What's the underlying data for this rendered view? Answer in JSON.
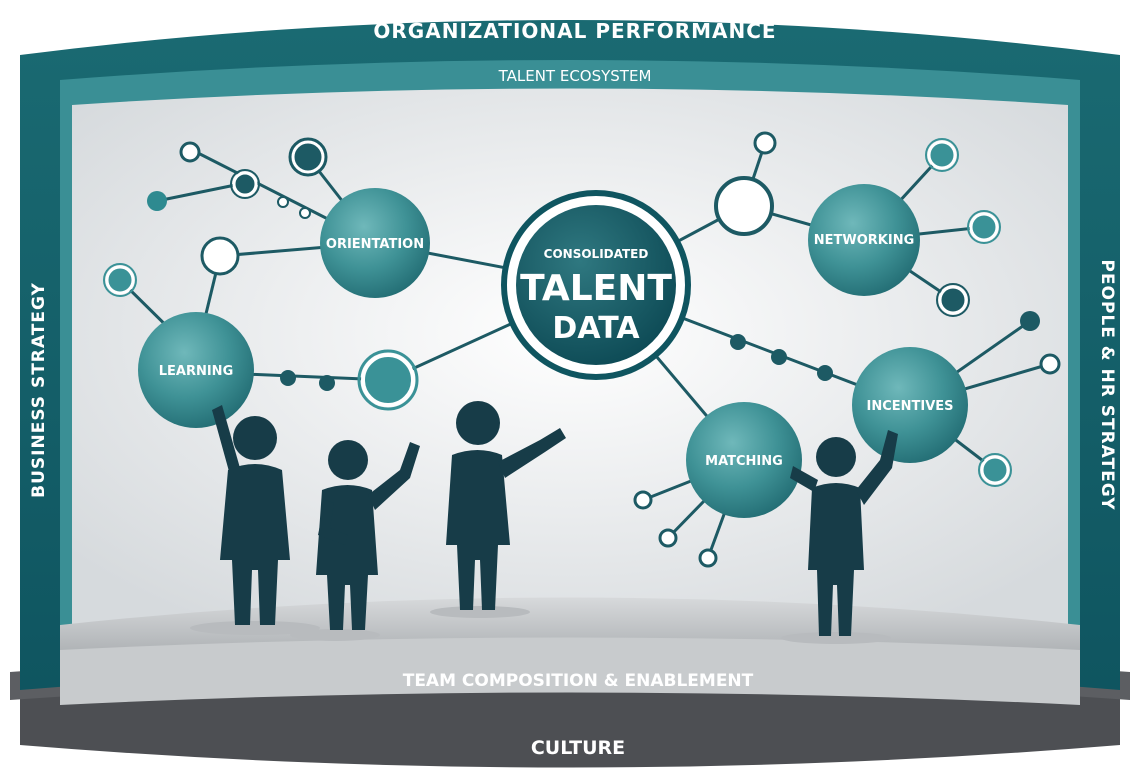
{
  "frame": {
    "top_banner": "ORGANIZATIONAL PERFORMANCE",
    "inner_banner": "TALENT ECOSYSTEM",
    "left_pillar": "BUSINESS STRATEGY",
    "right_pillar": "PEOPLE & HR STRATEGY",
    "stage_label": "TEAM COMPOSITION & ENABLEMENT",
    "base_label": "CULTURE"
  },
  "center_node": {
    "line1": "CONSOLIDATED",
    "line2": "TALENT",
    "line3": "DATA"
  },
  "nodes": {
    "orientation": "ORIENTATION",
    "learning": "LEARNING",
    "networking": "NETWORKING",
    "matching": "MATCHING",
    "incentives": "INCENTIVES"
  },
  "colors": {
    "teal_dark": "#0f5560",
    "teal_mid": "#2f8a90",
    "teal_light": "#4fa3a6",
    "navy_figure": "#173c48",
    "stage_grey": "#4d4f53"
  }
}
